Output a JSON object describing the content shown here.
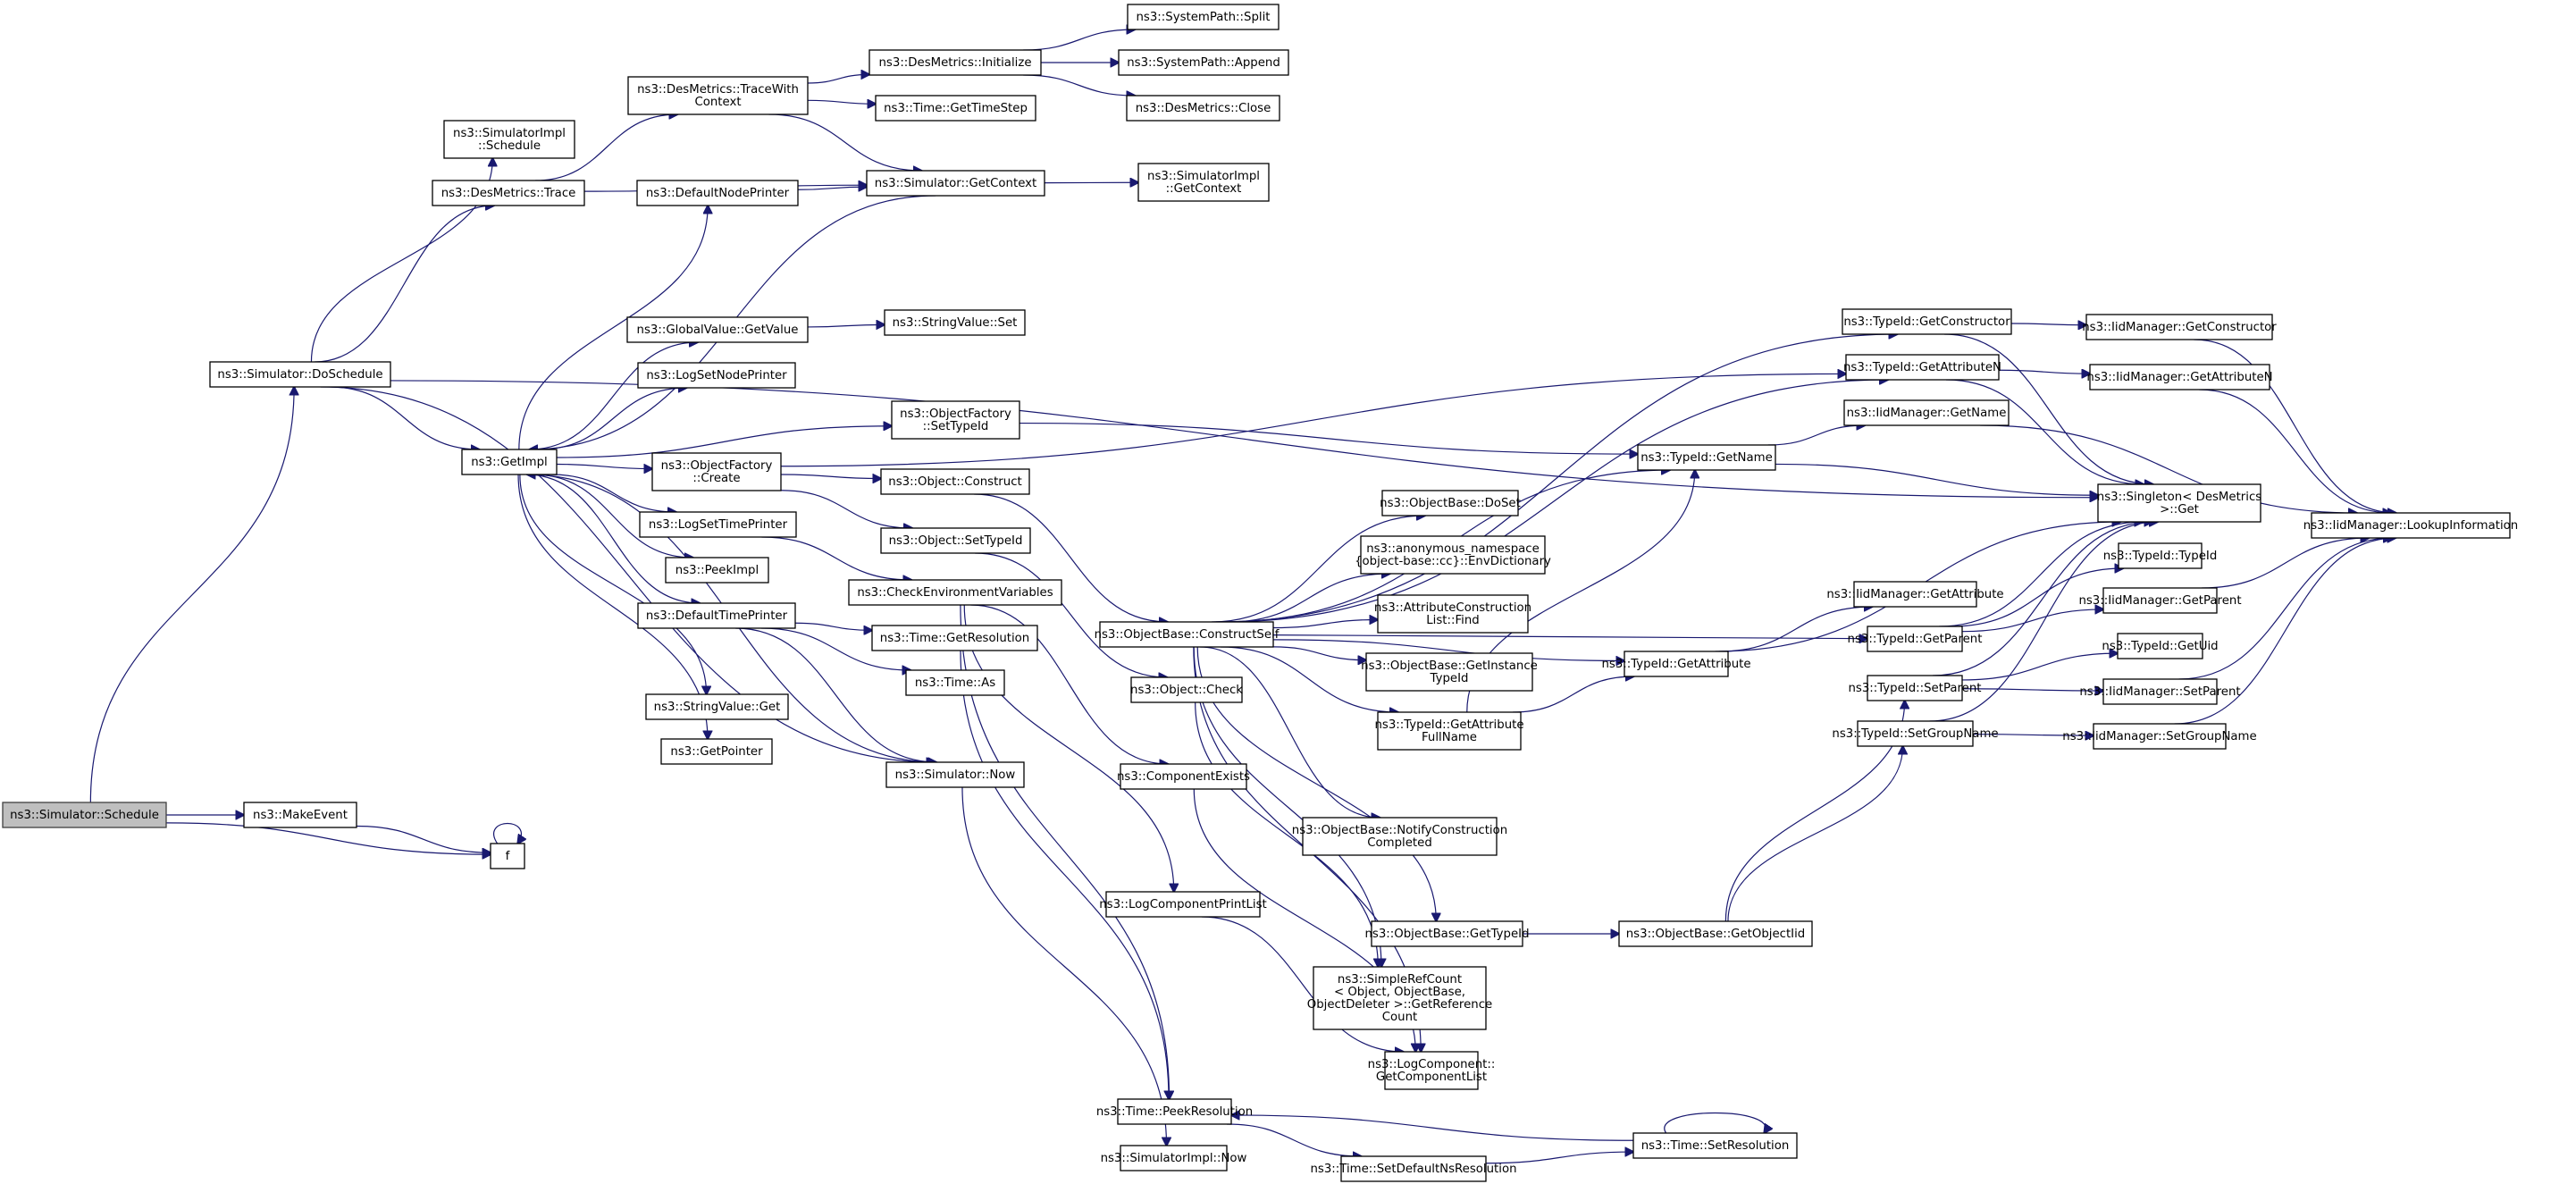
{
  "diagram": {
    "type": "call-graph",
    "root": "schedule",
    "colors": {
      "edge": "#191970",
      "node_border": "#000000",
      "root_fill": "#bfbfbf",
      "node_fill": "#ffffff"
    },
    "nodes": [
      {
        "id": "schedule",
        "lines": [
          "ns3::Simulator::Schedule"
        ]
      },
      {
        "id": "makeevent",
        "lines": [
          "ns3::MakeEvent"
        ]
      },
      {
        "id": "f",
        "lines": [
          "f"
        ]
      },
      {
        "id": "doschedule",
        "lines": [
          "ns3::Simulator::DoSchedule"
        ]
      },
      {
        "id": "getimpl",
        "lines": [
          "ns3::GetImpl"
        ]
      },
      {
        "id": "simimpl_schedule",
        "lines": [
          "ns3::SimulatorImpl",
          "::Schedule"
        ]
      },
      {
        "id": "desmetrics_trace",
        "lines": [
          "ns3::DesMetrics::Trace"
        ]
      },
      {
        "id": "tracewithcontext",
        "lines": [
          "ns3::DesMetrics::TraceWith",
          "Context"
        ]
      },
      {
        "id": "defaultnodeprinter",
        "lines": [
          "ns3::DefaultNodePrinter"
        ]
      },
      {
        "id": "globalvalue_getvalue",
        "lines": [
          "ns3::GlobalValue::GetValue"
        ]
      },
      {
        "id": "logsetnodeprinter",
        "lines": [
          "ns3::LogSetNodePrinter"
        ]
      },
      {
        "id": "objectfactory_create",
        "lines": [
          "ns3::ObjectFactory",
          "::Create"
        ]
      },
      {
        "id": "logsettimeprinter",
        "lines": [
          "ns3::LogSetTimePrinter"
        ]
      },
      {
        "id": "peekimpl",
        "lines": [
          "ns3::PeekImpl"
        ]
      },
      {
        "id": "defaulttimeprinter",
        "lines": [
          "ns3::DefaultTimePrinter"
        ]
      },
      {
        "id": "stringvalue_get",
        "lines": [
          "ns3::StringValue::Get"
        ]
      },
      {
        "id": "getpointer",
        "lines": [
          "ns3::GetPointer"
        ]
      },
      {
        "id": "desmetrics_initialize",
        "lines": [
          "ns3::DesMetrics::Initialize"
        ]
      },
      {
        "id": "time_gettimestep",
        "lines": [
          "ns3::Time::GetTimeStep"
        ]
      },
      {
        "id": "simulator_getcontext",
        "lines": [
          "ns3::Simulator::GetContext"
        ]
      },
      {
        "id": "stringvalue_set",
        "lines": [
          "ns3::StringValue::Set"
        ]
      },
      {
        "id": "objectfactory_settypeid",
        "lines": [
          "ns3::ObjectFactory",
          "::SetTypeId"
        ]
      },
      {
        "id": "object_construct",
        "lines": [
          "ns3::Object::Construct"
        ]
      },
      {
        "id": "object_settypeid",
        "lines": [
          "ns3::Object::SetTypeId"
        ]
      },
      {
        "id": "checkenvvars",
        "lines": [
          "ns3::CheckEnvironmentVariables"
        ]
      },
      {
        "id": "time_getresolution",
        "lines": [
          "ns3::Time::GetResolution"
        ]
      },
      {
        "id": "time_as",
        "lines": [
          "ns3::Time::As"
        ]
      },
      {
        "id": "simulator_now",
        "lines": [
          "ns3::Simulator::Now"
        ]
      },
      {
        "id": "systempath_split",
        "lines": [
          "ns3::SystemPath::Split"
        ]
      },
      {
        "id": "systempath_append",
        "lines": [
          "ns3::SystemPath::Append"
        ]
      },
      {
        "id": "desmetrics_close",
        "lines": [
          "ns3::DesMetrics::Close"
        ]
      },
      {
        "id": "simimpl_getcontext",
        "lines": [
          "ns3::SimulatorImpl",
          "::GetContext"
        ]
      },
      {
        "id": "constructself",
        "lines": [
          "ns3::ObjectBase::ConstructSelf"
        ]
      },
      {
        "id": "object_check",
        "lines": [
          "ns3::Object::Check"
        ]
      },
      {
        "id": "componentexists",
        "lines": [
          "ns3::ComponentExists"
        ]
      },
      {
        "id": "logcomponentprintlist",
        "lines": [
          "ns3::LogComponentPrintList"
        ]
      },
      {
        "id": "time_peekresolution",
        "lines": [
          "ns3::Time::PeekResolution"
        ]
      },
      {
        "id": "simimpl_now",
        "lines": [
          "ns3::SimulatorImpl::Now"
        ]
      },
      {
        "id": "objectbase_doset",
        "lines": [
          "ns3::ObjectBase::DoSet"
        ]
      },
      {
        "id": "envdictionary",
        "lines": [
          "ns3::anonymous_namespace",
          "{object-base::cc}::EnvDictionary"
        ]
      },
      {
        "id": "attrconstructionlist_find",
        "lines": [
          "ns3::AttributeConstruction",
          "List::Find"
        ]
      },
      {
        "id": "getinstancetypeid",
        "lines": [
          "ns3::ObjectBase::GetInstance",
          "TypeId"
        ]
      },
      {
        "id": "getattributefullname",
        "lines": [
          "ns3::TypeId::GetAttribute",
          "FullName"
        ]
      },
      {
        "id": "notifyconstructioncompleted",
        "lines": [
          "ns3::ObjectBase::NotifyConstruction",
          "Completed"
        ]
      },
      {
        "id": "objectbase_gettypeid",
        "lines": [
          "ns3::ObjectBase::GetTypeId"
        ]
      },
      {
        "id": "simplerefcount",
        "lines": [
          "ns3::SimpleRefCount",
          "< Object, ObjectBase,",
          "ObjectDeleter >::GetReference",
          "Count"
        ]
      },
      {
        "id": "logcomponent_getcomponentlist",
        "lines": [
          "ns3::LogComponent::",
          "GetComponentList"
        ]
      },
      {
        "id": "time_setdefaultnsresolution",
        "lines": [
          "ns3::Time::SetDefaultNsResolution"
        ]
      },
      {
        "id": "typeid_getconstructor",
        "lines": [
          "ns3::TypeId::GetConstructor"
        ]
      },
      {
        "id": "typeid_getattributen",
        "lines": [
          "ns3::TypeId::GetAttributeN"
        ]
      },
      {
        "id": "iidmanager_getname",
        "lines": [
          "ns3::IidManager::GetName"
        ]
      },
      {
        "id": "typeid_getname",
        "lines": [
          "ns3::TypeId::GetName"
        ]
      },
      {
        "id": "typeid_getattribute",
        "lines": [
          "ns3::TypeId::GetAttribute"
        ]
      },
      {
        "id": "iidmanager_getattribute",
        "lines": [
          "ns3::IidManager::GetAttribute"
        ]
      },
      {
        "id": "typeid_getparent",
        "lines": [
          "ns3::TypeId::GetParent"
        ]
      },
      {
        "id": "typeid_setparent",
        "lines": [
          "ns3::TypeId::SetParent"
        ]
      },
      {
        "id": "typeid_setgroupname",
        "lines": [
          "ns3::TypeId::SetGroupName"
        ]
      },
      {
        "id": "objectbase_getobjectiid",
        "lines": [
          "ns3::ObjectBase::GetObjectIid"
        ]
      },
      {
        "id": "time_setresolution",
        "lines": [
          "ns3::Time::SetResolution"
        ]
      },
      {
        "id": "iidmanager_getconstructor",
        "lines": [
          "ns3::IidManager::GetConstructor"
        ]
      },
      {
        "id": "iidmanager_getattributen",
        "lines": [
          "ns3::IidManager::GetAttributeN"
        ]
      },
      {
        "id": "singleton_get",
        "lines": [
          "ns3::Singleton< DesMetrics",
          ">::Get"
        ]
      },
      {
        "id": "iidmanager_lookupinformation",
        "lines": [
          "ns3::IidManager::LookupInformation"
        ]
      },
      {
        "id": "typeid_typeid",
        "lines": [
          "ns3::TypeId::TypeId"
        ]
      },
      {
        "id": "iidmanager_getparent",
        "lines": [
          "ns3::IidManager::GetParent"
        ]
      },
      {
        "id": "typeid_getuid",
        "lines": [
          "ns3::TypeId::GetUid"
        ]
      },
      {
        "id": "iidmanager_setparent",
        "lines": [
          "ns3::IidManager::SetParent"
        ]
      },
      {
        "id": "iidmanager_setgroupname",
        "lines": [
          "ns3::IidManager::SetGroupName"
        ]
      }
    ],
    "edges": [
      [
        "schedule",
        "doschedule"
      ],
      [
        "schedule",
        "makeevent"
      ],
      [
        "schedule",
        "f"
      ],
      [
        "makeevent",
        "f"
      ],
      [
        "f",
        "f"
      ],
      [
        "doschedule",
        "simimpl_schedule"
      ],
      [
        "doschedule",
        "desmetrics_trace"
      ],
      [
        "doschedule",
        "getimpl"
      ],
      [
        "doschedule",
        "simulator_now"
      ],
      [
        "doschedule",
        "singleton_get"
      ],
      [
        "desmetrics_trace",
        "tracewithcontext"
      ],
      [
        "desmetrics_trace",
        "simulator_getcontext"
      ],
      [
        "tracewithcontext",
        "desmetrics_initialize"
      ],
      [
        "tracewithcontext",
        "time_gettimestep"
      ],
      [
        "tracewithcontext",
        "simulator_getcontext"
      ],
      [
        "desmetrics_initialize",
        "systempath_split"
      ],
      [
        "desmetrics_initialize",
        "systempath_append"
      ],
      [
        "desmetrics_initialize",
        "desmetrics_close"
      ],
      [
        "simulator_getcontext",
        "simimpl_getcontext"
      ],
      [
        "defaultnodeprinter",
        "simulator_getcontext"
      ],
      [
        "getimpl",
        "defaultnodeprinter"
      ],
      [
        "getimpl",
        "globalvalue_getvalue"
      ],
      [
        "getimpl",
        "logsetnodeprinter"
      ],
      [
        "getimpl",
        "objectfactory_settypeid"
      ],
      [
        "getimpl",
        "objectfactory_create"
      ],
      [
        "getimpl",
        "logsettimeprinter"
      ],
      [
        "getimpl",
        "peekimpl"
      ],
      [
        "getimpl",
        "defaulttimeprinter"
      ],
      [
        "getimpl",
        "stringvalue_get"
      ],
      [
        "getimpl",
        "getpointer"
      ],
      [
        "simulator_getcontext",
        "getimpl"
      ],
      [
        "simulator_now",
        "getimpl"
      ],
      [
        "globalvalue_getvalue",
        "stringvalue_set"
      ],
      [
        "objectfactory_settypeid",
        "typeid_getname"
      ],
      [
        "objectfactory_create",
        "object_construct"
      ],
      [
        "objectfactory_create",
        "object_settypeid"
      ],
      [
        "objectfactory_create",
        "typeid_getattributen"
      ],
      [
        "object_construct",
        "constructself"
      ],
      [
        "object_settypeid",
        "object_check"
      ],
      [
        "logsettimeprinter",
        "checkenvvars"
      ],
      [
        "checkenvvars",
        "componentexists"
      ],
      [
        "checkenvvars",
        "logcomponentprintlist"
      ],
      [
        "checkenvvars",
        "time_peekresolution"
      ],
      [
        "defaulttimeprinter",
        "time_getresolution"
      ],
      [
        "defaulttimeprinter",
        "time_as"
      ],
      [
        "defaulttimeprinter",
        "simulator_now"
      ],
      [
        "time_getresolution",
        "time_peekresolution"
      ],
      [
        "simulator_now",
        "simimpl_now"
      ],
      [
        "componentexists",
        "logcomponent_getcomponentlist"
      ],
      [
        "logcomponentprintlist",
        "logcomponent_getcomponentlist"
      ],
      [
        "object_check",
        "simplerefcount"
      ],
      [
        "constructself",
        "objectbase_doset"
      ],
      [
        "constructself",
        "envdictionary"
      ],
      [
        "constructself",
        "attrconstructionlist_find"
      ],
      [
        "constructself",
        "getinstancetypeid"
      ],
      [
        "constructself",
        "getattributefullname"
      ],
      [
        "constructself",
        "notifyconstructioncompleted"
      ],
      [
        "constructself",
        "objectbase_gettypeid"
      ],
      [
        "constructself",
        "simplerefcount"
      ],
      [
        "constructself",
        "typeid_getconstructor"
      ],
      [
        "constructself",
        "typeid_getattributen"
      ],
      [
        "constructself",
        "typeid_getname"
      ],
      [
        "constructself",
        "typeid_getattribute"
      ],
      [
        "constructself",
        "typeid_getparent"
      ],
      [
        "constructself",
        "logcomponent_getcomponentlist"
      ],
      [
        "getattributefullname",
        "typeid_getname"
      ],
      [
        "getattributefullname",
        "typeid_getattribute"
      ],
      [
        "objectbase_gettypeid",
        "objectbase_getobjectiid"
      ],
      [
        "objectbase_getobjectiid",
        "typeid_setparent"
      ],
      [
        "objectbase_getobjectiid",
        "typeid_setgroupname"
      ],
      [
        "time_peekresolution",
        "time_setdefaultnsresolution"
      ],
      [
        "time_setdefaultnsresolution",
        "time_setresolution"
      ],
      [
        "time_setresolution",
        "time_peekresolution"
      ],
      [
        "time_setresolution",
        "time_setresolution"
      ],
      [
        "typeid_getconstructor",
        "iidmanager_getconstructor"
      ],
      [
        "typeid_getconstructor",
        "singleton_get"
      ],
      [
        "typeid_getattributen",
        "iidmanager_getattributen"
      ],
      [
        "typeid_getattributen",
        "singleton_get"
      ],
      [
        "typeid_getname",
        "iidmanager_getname"
      ],
      [
        "typeid_getname",
        "singleton_get"
      ],
      [
        "iidmanager_getname",
        "iidmanager_lookupinformation"
      ],
      [
        "typeid_getattribute",
        "iidmanager_getattribute"
      ],
      [
        "typeid_getattribute",
        "singleton_get"
      ],
      [
        "typeid_getparent",
        "iidmanager_getparent"
      ],
      [
        "typeid_getparent",
        "singleton_get"
      ],
      [
        "typeid_getparent",
        "typeid_typeid"
      ],
      [
        "typeid_setparent",
        "typeid_getuid"
      ],
      [
        "typeid_setparent",
        "iidmanager_setparent"
      ],
      [
        "typeid_setparent",
        "singleton_get"
      ],
      [
        "typeid_setgroupname",
        "iidmanager_setgroupname"
      ],
      [
        "typeid_setgroupname",
        "singleton_get"
      ],
      [
        "iidmanager_getconstructor",
        "iidmanager_lookupinformation"
      ],
      [
        "iidmanager_getattributen",
        "iidmanager_lookupinformation"
      ],
      [
        "iidmanager_getparent",
        "iidmanager_lookupinformation"
      ],
      [
        "iidmanager_setparent",
        "iidmanager_lookupinformation"
      ],
      [
        "iidmanager_setgroupname",
        "iidmanager_lookupinformation"
      ]
    ]
  }
}
